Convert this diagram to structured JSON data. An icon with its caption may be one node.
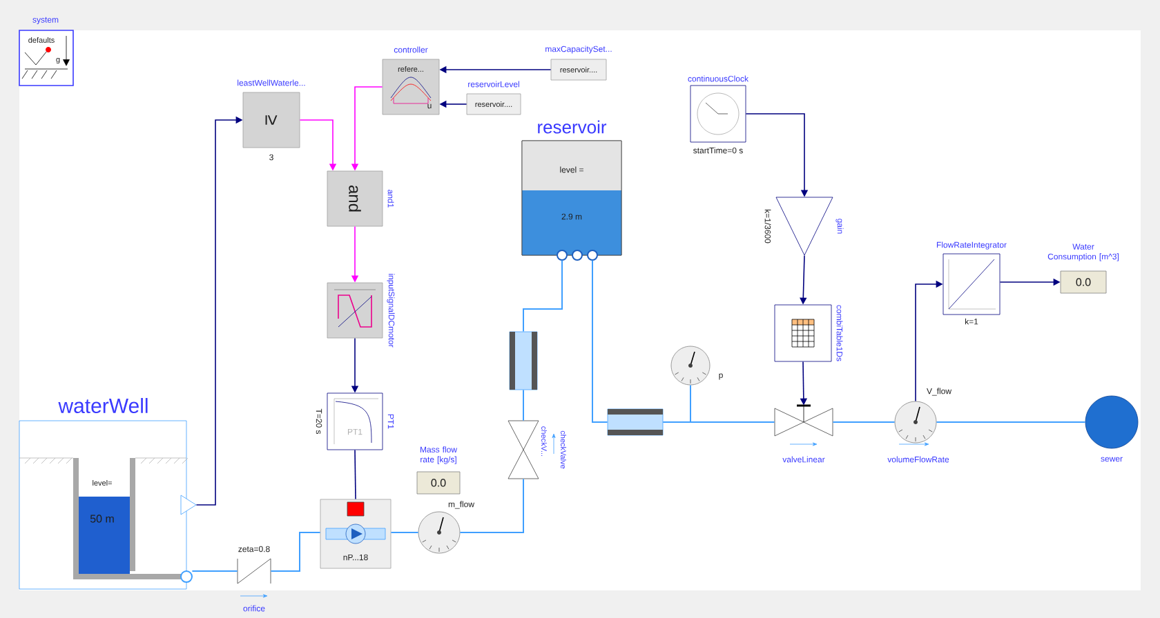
{
  "diagram": {
    "nodes": [
      {
        "text": [
          "system",
          "defaults",
          "g"
        ]
      },
      {
        "text": [
          "leastWellWaterle...",
          "≥"
        ],
        "beside": [
          "3"
        ]
      },
      {
        "text": [
          "controller",
          "refere...",
          "u"
        ]
      },
      {
        "text": [
          "maxCapacitySet...",
          "reservoir...."
        ]
      },
      {
        "text": [
          "reservoirLevel",
          "reservoir...."
        ]
      },
      {
        "text": [
          "and"
        ],
        "beside": [
          "and1"
        ]
      },
      {
        "text": [
          "inputSignalDCmotor"
        ]
      },
      {
        "text": [
          "PT1"
        ],
        "beside": [
          "T=20 s"
        ]
      },
      {
        "text": [
          "waterWell",
          "level=",
          "50 m"
        ]
      },
      {
        "text": [
          "zeta=0.8",
          "orifice"
        ]
      },
      {
        "text": [
          "nP...18"
        ]
      },
      {
        "text": [
          "m_flow"
        ]
      },
      {
        "text": [
          "Mass flow rate [kg/s]",
          "0.0"
        ]
      },
      {
        "text": [
          "checkV...",
          "checkValve"
        ]
      },
      {
        "text": [],
        "shape": "box"
      },
      {
        "text": [
          "reservoir",
          "level =",
          "2.9 m"
        ]
      },
      {
        "text": [
          "continuousClock",
          "startTime=0 s"
        ]
      },
      {
        "text": [
          "gain",
          "k=1/3600"
        ]
      },
      {
        "text": [
          "combiTable1Ds"
        ]
      },
      {
        "text": [
          "p"
        ]
      },
      {
        "text": [],
        "shape": "box"
      },
      {
        "text": [
          "valveLinear"
        ]
      },
      {
        "text": [
          "V_flow",
          "volumeFlowRate"
        ]
      },
      {
        "text": [
          "FlowRateIntegrator",
          "k=1"
        ]
      },
      {
        "text": [
          "Water Consumption [m^3]",
          "0.0"
        ]
      },
      {
        "text": [
          "sewer"
        ]
      }
    ],
    "edges": [
      {
        "from": 8,
        "to": 1,
        "arrow": "to",
        "color": "#00007f"
      },
      {
        "from": 1,
        "to": 5,
        "arrow": "to",
        "color": "#ff00ff"
      },
      {
        "from": 2,
        "to": 5,
        "arrow": "to",
        "color": "#ff00ff"
      },
      {
        "from": 3,
        "to": 2,
        "arrow": "to",
        "color": "#00007f"
      },
      {
        "from": 4,
        "to": 2,
        "arrow": "to",
        "color": "#00007f"
      },
      {
        "from": 5,
        "to": 6,
        "arrow": "to",
        "color": "#ff00ff"
      },
      {
        "from": 6,
        "to": 7,
        "arrow": "to",
        "color": "#00007f"
      },
      {
        "from": 7,
        "to": 10,
        "arrow": "none",
        "color": "#00007f"
      },
      {
        "from": 8,
        "to": 9,
        "arrow": "none"
      },
      {
        "from": 9,
        "to": 10,
        "arrow": "none"
      },
      {
        "from": 10,
        "to": 11,
        "arrow": "none"
      },
      {
        "from": 11,
        "to": 13,
        "arrow": "none"
      },
      {
        "from": 13,
        "to": 14,
        "arrow": "none"
      },
      {
        "from": 14,
        "to": 15,
        "arrow": "none"
      },
      {
        "from": 15,
        "to": 20,
        "arrow": "none"
      },
      {
        "from": 20,
        "to": 19,
        "arrow": "none"
      },
      {
        "from": 20,
        "to": 21,
        "arrow": "none"
      },
      {
        "from": 21,
        "to": 22,
        "arrow": "none"
      },
      {
        "from": 22,
        "to": 25,
        "arrow": "none"
      },
      {
        "from": 16,
        "to": 17,
        "arrow": "to",
        "color": "#00007f"
      },
      {
        "from": 17,
        "to": 18,
        "arrow": "to",
        "color": "#00007f"
      },
      {
        "from": 18,
        "to": 21,
        "arrow": "to",
        "color": "#00007f"
      },
      {
        "from": 22,
        "to": 23,
        "arrow": "to",
        "color": "#00007f"
      },
      {
        "from": 23,
        "to": 24,
        "arrow": "to",
        "color": "#00007f"
      }
    ],
    "labels": [
      "PT1"
    ]
  }
}
